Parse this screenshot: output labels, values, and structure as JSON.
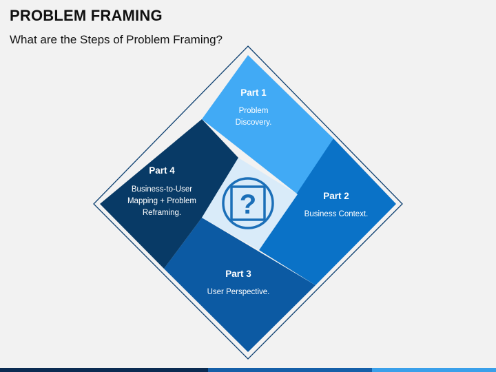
{
  "header": {
    "title": "PROBLEM FRAMING",
    "subtitle": "What are the Steps of Problem Framing?"
  },
  "parts": [
    {
      "heading": "Part 1",
      "lines": [
        "Problem",
        "Discovery."
      ],
      "color": "#41aaf5"
    },
    {
      "heading": "Part 2",
      "lines": [
        "Business Context."
      ],
      "color": "#0a72c7"
    },
    {
      "heading": "Part 3",
      "lines": [
        "User Perspective."
      ],
      "color": "#0c5aa3"
    },
    {
      "heading": "Part 4",
      "lines": [
        "Business-to-User",
        "Mapping + Problem",
        "Reframing."
      ],
      "color": "#083a66"
    }
  ],
  "center": {
    "icon": "question-mark-icon",
    "glyph": "?",
    "color": "#1b6fb8",
    "fill": "#d9ebf9"
  },
  "colors": {
    "outline": "#0c3f70",
    "bar_dark": "#0b2b52",
    "bar_mid": "#155fa8",
    "bar_light": "#3aa0ea"
  }
}
